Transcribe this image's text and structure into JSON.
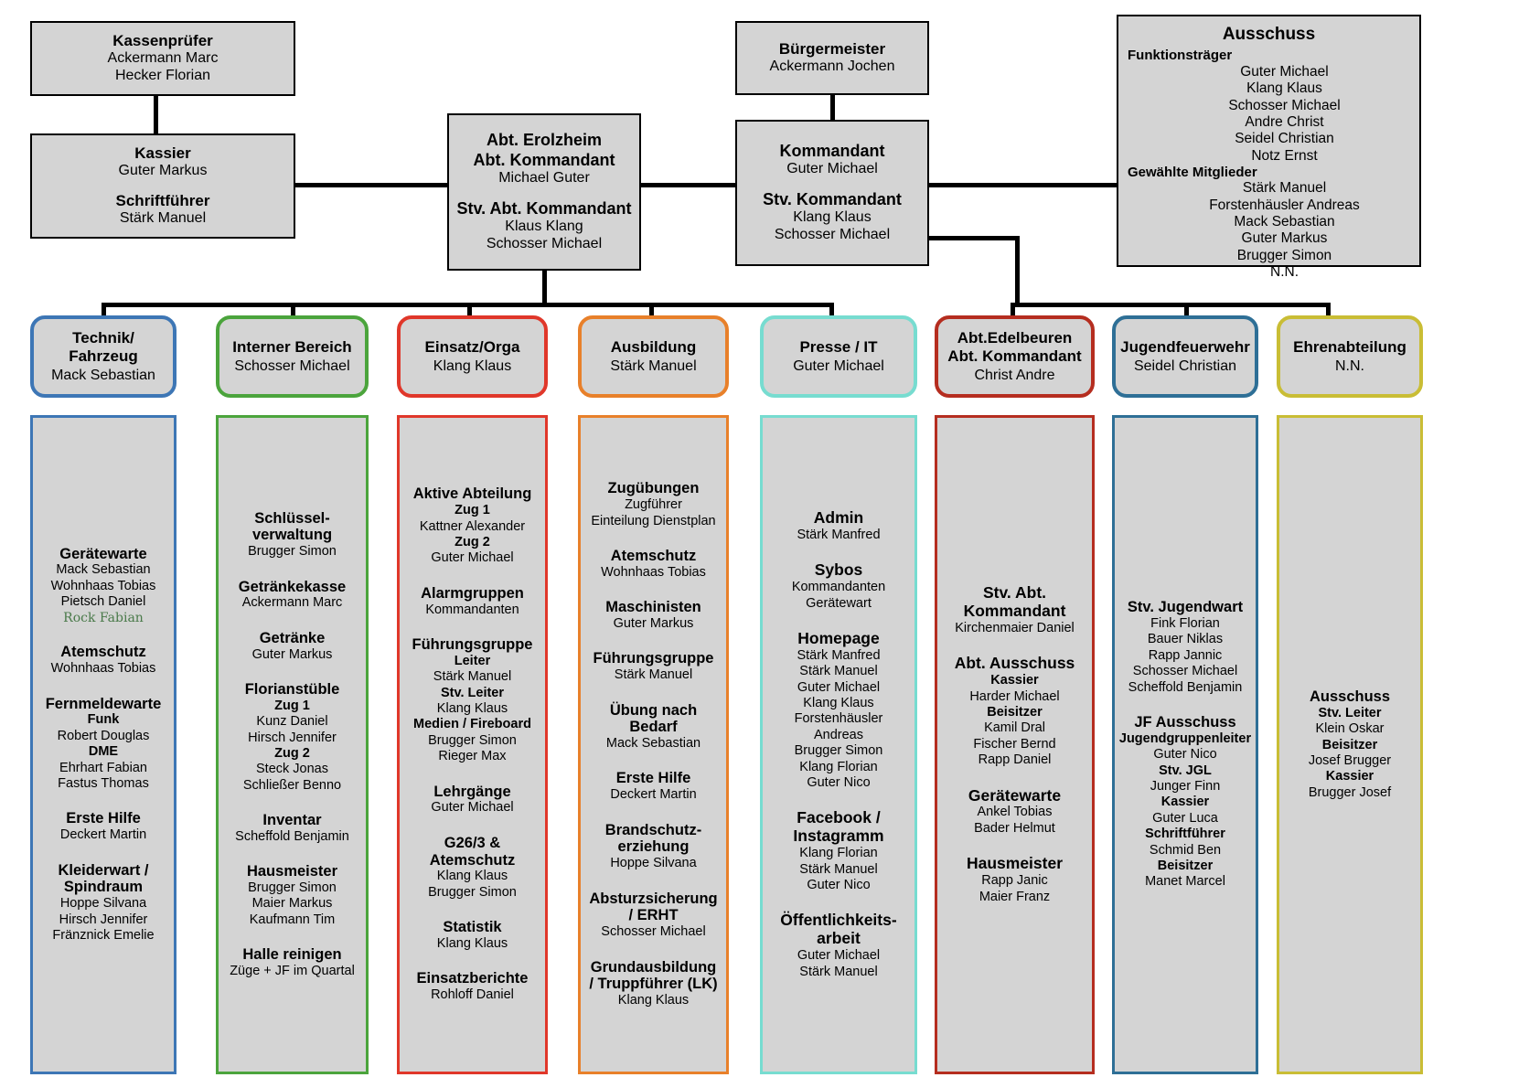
{
  "top_boxes": {
    "kassenpruefer": {
      "lines": [
        {
          "t": "Kassenprüfer",
          "bold": true
        },
        {
          "t": "Ackermann Marc",
          "bold": false
        },
        {
          "t": "Hecker Florian",
          "bold": false
        }
      ]
    },
    "kassier": {
      "lines": [
        {
          "t": "Kassier",
          "bold": true
        },
        {
          "t": "Guter Markus",
          "bold": false
        },
        {
          "t": "",
          "bold": false
        },
        {
          "t": "Schriftführer",
          "bold": true
        },
        {
          "t": "Stärk Manuel",
          "bold": false
        }
      ]
    },
    "abt_erolzheim": {
      "lines": [
        {
          "t": "Abt. Erolzheim",
          "bold": true
        },
        {
          "t": "Abt. Kommandant",
          "bold": true
        },
        {
          "t": "Michael Guter",
          "bold": false
        },
        {
          "t": "",
          "bold": false
        },
        {
          "t": "Stv. Abt. Kommandant",
          "bold": true
        },
        {
          "t": "Klaus Klang",
          "bold": false
        },
        {
          "t": "Schosser Michael",
          "bold": false
        }
      ]
    },
    "buergermeister": {
      "lines": [
        {
          "t": "Bürgermeister",
          "bold": true
        },
        {
          "t": "Ackermann Jochen",
          "bold": false
        }
      ]
    },
    "kommandant": {
      "lines": [
        {
          "t": "Kommandant",
          "bold": true
        },
        {
          "t": "Guter Michael",
          "bold": false
        },
        {
          "t": "",
          "bold": false
        },
        {
          "t": "Stv. Kommandant",
          "bold": true
        },
        {
          "t": "Klang Klaus",
          "bold": false
        },
        {
          "t": "Schosser Michael",
          "bold": false
        }
      ]
    },
    "ausschuss": {
      "title": "Ausschuss",
      "groups": [
        {
          "label": "Funktionsträger",
          "members": [
            "Guter Michael",
            "Klang Klaus",
            "Schosser Michael",
            "Andre Christ",
            "Seidel Christian",
            "Notz Ernst"
          ]
        },
        {
          "label": "Gewählte Mitglieder",
          "members": [
            "Stärk Manuel",
            "Forstenhäusler Andreas",
            "Mack Sebastian",
            "Guter Markus",
            "Brugger Simon",
            "N.N."
          ]
        }
      ]
    }
  },
  "columns": [
    {
      "id": "technik-fahrzeug",
      "color": "#3d76b5",
      "header": {
        "title": "Technik/\nFahrzeug",
        "lead": "Mack Sebastian"
      },
      "sections": [
        {
          "title": "Gerätewarte",
          "entries": [
            {
              "t": "Mack Sebastian",
              "k": "pn"
            },
            {
              "t": "Wohnhaas Tobias",
              "k": "pn"
            },
            {
              "t": "Pietsch Daniel",
              "k": "pn"
            },
            {
              "t": "Rock Fabian",
              "k": "pn-special"
            }
          ]
        },
        {
          "title": "Atemschutz",
          "entries": [
            {
              "t": "Wohnhaas Tobias",
              "k": "pn"
            }
          ]
        },
        {
          "title": "Fernmeldewarte",
          "entries": [
            {
              "t": "Funk",
              "k": "sub"
            },
            {
              "t": "Robert Douglas",
              "k": "pn"
            },
            {
              "t": "DME",
              "k": "sub"
            },
            {
              "t": "Ehrhart Fabian",
              "k": "pn"
            },
            {
              "t": "Fastus Thomas",
              "k": "pn"
            }
          ]
        },
        {
          "title": "Erste Hilfe",
          "entries": [
            {
              "t": "Deckert Martin",
              "k": "pn"
            }
          ]
        },
        {
          "title": "Kleiderwart /\nSpindraum",
          "entries": [
            {
              "t": "Hoppe Silvana",
              "k": "pn"
            },
            {
              "t": "Hirsch Jennifer",
              "k": "pn"
            },
            {
              "t": "Fränznick Emelie",
              "k": "pn"
            }
          ]
        }
      ]
    },
    {
      "id": "interner-bereich",
      "color": "#4ba43c",
      "header": {
        "title": "Interner Bereich",
        "lead": "Schosser Michael"
      },
      "sections": [
        {
          "title": "Schlüssel-\nverwaltung",
          "entries": [
            {
              "t": "Brugger Simon",
              "k": "pn"
            }
          ]
        },
        {
          "title": "Getränkekasse",
          "entries": [
            {
              "t": "Ackermann Marc",
              "k": "pn"
            }
          ]
        },
        {
          "title": "Getränke",
          "entries": [
            {
              "t": "Guter Markus",
              "k": "pn"
            }
          ]
        },
        {
          "title": "Florianstüble",
          "entries": [
            {
              "t": "Zug 1",
              "k": "sub"
            },
            {
              "t": "Kunz Daniel",
              "k": "pn"
            },
            {
              "t": "Hirsch Jennifer",
              "k": "pn"
            },
            {
              "t": "Zug 2",
              "k": "sub"
            },
            {
              "t": "Steck Jonas",
              "k": "pn"
            },
            {
              "t": "Schließer Benno",
              "k": "pn"
            }
          ]
        },
        {
          "title": "Inventar",
          "entries": [
            {
              "t": "Scheffold Benjamin",
              "k": "pn"
            }
          ]
        },
        {
          "title": "Hausmeister",
          "entries": [
            {
              "t": "Brugger Simon",
              "k": "pn"
            },
            {
              "t": "Maier Markus",
              "k": "pn"
            },
            {
              "t": "Kaufmann Tim",
              "k": "pn"
            }
          ]
        },
        {
          "title": "Halle reinigen",
          "entries": [
            {
              "t": "Züge + JF im Quartal",
              "k": "pn"
            }
          ]
        }
      ]
    },
    {
      "id": "einsatz-orga",
      "color": "#e0372a",
      "header": {
        "title": "Einsatz/Orga",
        "lead": "Klang Klaus"
      },
      "sections": [
        {
          "title": "Aktive Abteilung",
          "entries": [
            {
              "t": "Zug 1",
              "k": "sub"
            },
            {
              "t": "Kattner Alexander",
              "k": "pn"
            },
            {
              "t": "Zug 2",
              "k": "sub"
            },
            {
              "t": "Guter Michael",
              "k": "pn"
            }
          ]
        },
        {
          "title": "Alarmgruppen",
          "entries": [
            {
              "t": "Kommandanten",
              "k": "pn"
            }
          ]
        },
        {
          "title": "Führungsgruppe",
          "entries": [
            {
              "t": "Leiter",
              "k": "sub"
            },
            {
              "t": "Stärk Manuel",
              "k": "pn"
            },
            {
              "t": "Stv. Leiter",
              "k": "sub"
            },
            {
              "t": "Klang Klaus",
              "k": "pn"
            },
            {
              "t": "Medien / Fireboard",
              "k": "sub"
            },
            {
              "t": "Brugger Simon",
              "k": "pn"
            },
            {
              "t": "Rieger Max",
              "k": "pn"
            }
          ]
        },
        {
          "title": "Lehrgänge",
          "entries": [
            {
              "t": "Guter Michael",
              "k": "pn"
            }
          ]
        },
        {
          "title": "G26/3 &\nAtemschutz",
          "entries": [
            {
              "t": "Klang Klaus",
              "k": "pn"
            },
            {
              "t": "Brugger Simon",
              "k": "pn"
            }
          ]
        },
        {
          "title": "Statistik",
          "entries": [
            {
              "t": "Klang Klaus",
              "k": "pn"
            }
          ]
        },
        {
          "title": "Einsatzberichte",
          "entries": [
            {
              "t": "Rohloff Daniel",
              "k": "pn"
            }
          ]
        }
      ]
    },
    {
      "id": "ausbildung",
      "color": "#e8802a",
      "header": {
        "title": "Ausbildung",
        "lead": "Stärk Manuel"
      },
      "sections": [
        {
          "title": "Zugübungen",
          "entries": [
            {
              "t": "Zugführer",
              "k": "pn"
            },
            {
              "t": "Einteilung Dienstplan",
              "k": "pn"
            }
          ]
        },
        {
          "title": "Atemschutz",
          "entries": [
            {
              "t": "Wohnhaas Tobias",
              "k": "pn"
            }
          ]
        },
        {
          "title": "Maschinisten",
          "entries": [
            {
              "t": "Guter Markus",
              "k": "pn"
            }
          ]
        },
        {
          "title": "Führungsgruppe",
          "entries": [
            {
              "t": "Stärk Manuel",
              "k": "pn"
            }
          ]
        },
        {
          "title": "Übung nach\nBedarf",
          "entries": [
            {
              "t": "Mack Sebastian",
              "k": "pn"
            }
          ]
        },
        {
          "title": "Erste Hilfe",
          "entries": [
            {
              "t": "Deckert Martin",
              "k": "pn"
            }
          ]
        },
        {
          "title": "Brandschutz-\nerziehung",
          "entries": [
            {
              "t": "Hoppe Silvana",
              "k": "pn"
            }
          ]
        },
        {
          "title": "Absturzsicherung\n/ ERHT",
          "entries": [
            {
              "t": "Schosser Michael",
              "k": "pn"
            }
          ]
        },
        {
          "title": "Grundausbildung\n/ Truppführer (LK)",
          "entries": [
            {
              "t": "Klang Klaus",
              "k": "pn"
            }
          ]
        }
      ]
    },
    {
      "id": "presse-it",
      "color": "#77dcd0",
      "header": {
        "title": "Presse / IT",
        "lead": "Guter Michael"
      },
      "sections": [
        {
          "title": "Admin",
          "entries": [
            {
              "t": "Stärk Manfred",
              "k": "pn"
            }
          ]
        },
        {
          "title": "Sybos",
          "entries": [
            {
              "t": "Kommandanten",
              "k": "pn"
            },
            {
              "t": "Gerätewart",
              "k": "pn"
            }
          ]
        },
        {
          "title": "Homepage",
          "entries": [
            {
              "t": "Stärk Manfred",
              "k": "pn"
            },
            {
              "t": "Stärk Manuel",
              "k": "pn"
            },
            {
              "t": "Guter Michael",
              "k": "pn"
            },
            {
              "t": "Klang Klaus",
              "k": "pn"
            },
            {
              "t": "Forstenhäusler",
              "k": "pn"
            },
            {
              "t": "Andreas",
              "k": "pn"
            },
            {
              "t": "Brugger Simon",
              "k": "pn"
            },
            {
              "t": "Klang Florian",
              "k": "pn"
            },
            {
              "t": "Guter Nico",
              "k": "pn"
            }
          ]
        },
        {
          "title": "Facebook /\nInstagramm",
          "entries": [
            {
              "t": "Klang Florian",
              "k": "pn"
            },
            {
              "t": "Stärk Manuel",
              "k": "pn"
            },
            {
              "t": "Guter Nico",
              "k": "pn"
            }
          ]
        },
        {
          "title": "Öffentlichkeits-\narbeit",
          "entries": [
            {
              "t": "Guter Michael",
              "k": "pn"
            },
            {
              "t": "Stärk Manuel",
              "k": "pn"
            }
          ]
        }
      ]
    },
    {
      "id": "abt-edelbeuren",
      "color": "#b52d1f",
      "header": {
        "title": "Abt.Edelbeuren\nAbt. Kommandant",
        "lead": "Christ Andre"
      },
      "sections": [
        {
          "title": "Stv. Abt.\nKommandant",
          "entries": [
            {
              "t": "Kirchenmaier Daniel",
              "k": "pn"
            }
          ]
        },
        {
          "title": "Abt. Ausschuss",
          "entries": [
            {
              "t": "Kassier",
              "k": "sub"
            },
            {
              "t": "Harder Michael",
              "k": "pn"
            },
            {
              "t": "Beisitzer",
              "k": "sub"
            },
            {
              "t": "Kamil Dral",
              "k": "pn"
            },
            {
              "t": "Fischer Bernd",
              "k": "pn"
            },
            {
              "t": "Rapp Daniel",
              "k": "pn"
            }
          ]
        },
        {
          "title": "Gerätewarte",
          "entries": [
            {
              "t": "Ankel Tobias",
              "k": "pn"
            },
            {
              "t": "Bader Helmut",
              "k": "pn"
            }
          ]
        },
        {
          "title": "Hausmeister",
          "entries": [
            {
              "t": "Rapp Janic",
              "k": "pn"
            },
            {
              "t": "Maier Franz",
              "k": "pn"
            }
          ]
        }
      ]
    },
    {
      "id": "jugendfeuerwehr",
      "color": "#2e6f96",
      "header": {
        "title": "Jugendfeuerwehr",
        "lead": "Seidel Christian"
      },
      "sections": [
        {
          "title": "Stv. Jugendwart",
          "entries": [
            {
              "t": "Fink Florian",
              "k": "pn"
            },
            {
              "t": "Bauer Niklas",
              "k": "pn"
            },
            {
              "t": "Rapp Jannic",
              "k": "pn"
            },
            {
              "t": "Schosser Michael",
              "k": "pn"
            },
            {
              "t": "Scheffold Benjamin",
              "k": "pn"
            }
          ]
        },
        {
          "title": "JF Ausschuss",
          "entries": [
            {
              "t": "Jugendgruppenleiter",
              "k": "sub"
            },
            {
              "t": "Guter Nico",
              "k": "pn"
            },
            {
              "t": "Stv. JGL",
              "k": "sub"
            },
            {
              "t": "Junger Finn",
              "k": "pn"
            },
            {
              "t": "Kassier",
              "k": "sub"
            },
            {
              "t": "Guter Luca",
              "k": "pn"
            },
            {
              "t": "Schriftführer",
              "k": "sub"
            },
            {
              "t": "Schmid Ben",
              "k": "pn"
            },
            {
              "t": "Beisitzer",
              "k": "sub"
            },
            {
              "t": "Manet Marcel",
              "k": "pn"
            }
          ]
        }
      ]
    },
    {
      "id": "ehrenabteilung",
      "color": "#c9bd35",
      "header": {
        "title": "Ehrenabteilung",
        "lead": "N.N."
      },
      "sections": [
        {
          "title": "Ausschuss",
          "entries": [
            {
              "t": "Stv. Leiter",
              "k": "sub"
            },
            {
              "t": "Klein Oskar",
              "k": "pn"
            },
            {
              "t": "Beisitzer",
              "k": "sub"
            },
            {
              "t": "Josef Brugger",
              "k": "pn"
            },
            {
              "t": "Kassier",
              "k": "sub"
            },
            {
              "t": "Brugger Josef",
              "k": "pn"
            }
          ]
        }
      ]
    }
  ]
}
